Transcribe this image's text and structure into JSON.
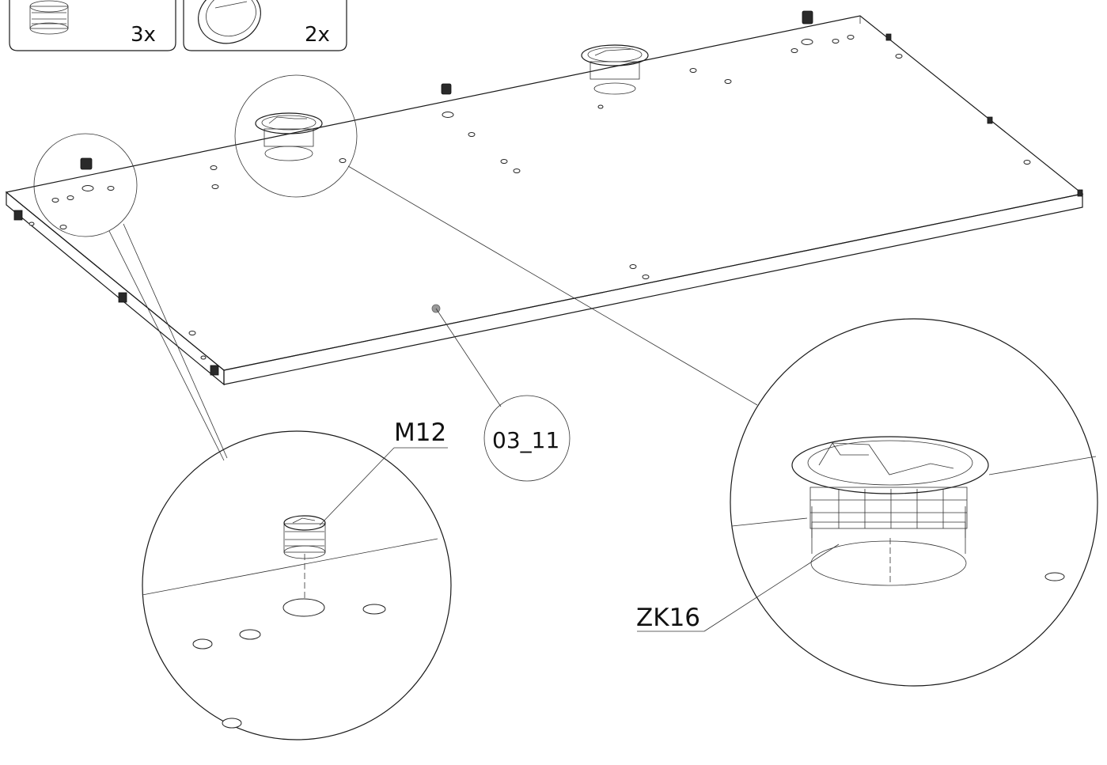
{
  "parts_legend": [
    {
      "name": "cam-fitting",
      "qty": "3x"
    },
    {
      "name": "cable-grommet",
      "qty": "2x"
    }
  ],
  "callouts": {
    "m12": "M12",
    "zk16": "ZK16",
    "panel_id": "03_11"
  },
  "colors": {
    "line": "#1a1a1a",
    "background": "#ffffff"
  },
  "icons": [
    "cam-lock-icon",
    "grommet-icon"
  ]
}
